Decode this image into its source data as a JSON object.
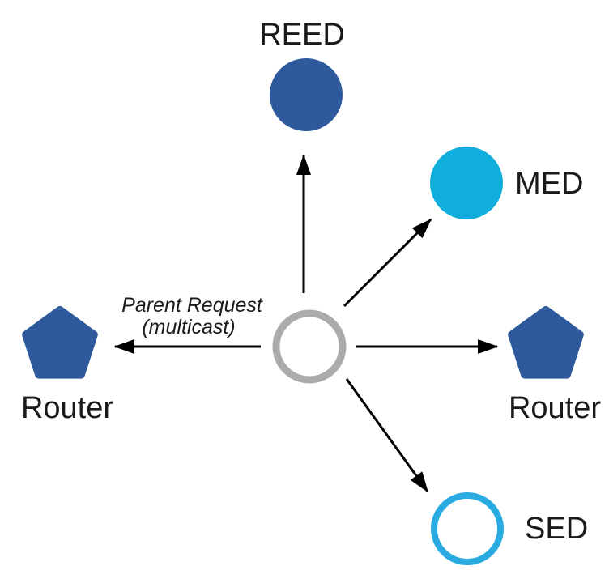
{
  "colors": {
    "router_blue": "#2E5A9D",
    "med_cyan": "#0FAEDC",
    "sed_cyan": "#29ABE2",
    "joiner_gray": "#ABABAB",
    "arrow_black": "#000000",
    "label_text": "#1A1A1A",
    "background": "#FFFFFF"
  },
  "nodes": {
    "reed": {
      "label": "REED",
      "shape": "filled-circle"
    },
    "med": {
      "label": "MED",
      "shape": "filled-circle"
    },
    "router_left": {
      "label": "Router",
      "shape": "pentagon"
    },
    "router_right": {
      "label": "Router",
      "shape": "pentagon"
    },
    "sed": {
      "label": "SED",
      "shape": "outlined-circle"
    },
    "joiner": {
      "label": "",
      "shape": "outlined-circle"
    }
  },
  "annotation": {
    "line1": "Parent Request",
    "line2": "(multicast)"
  }
}
